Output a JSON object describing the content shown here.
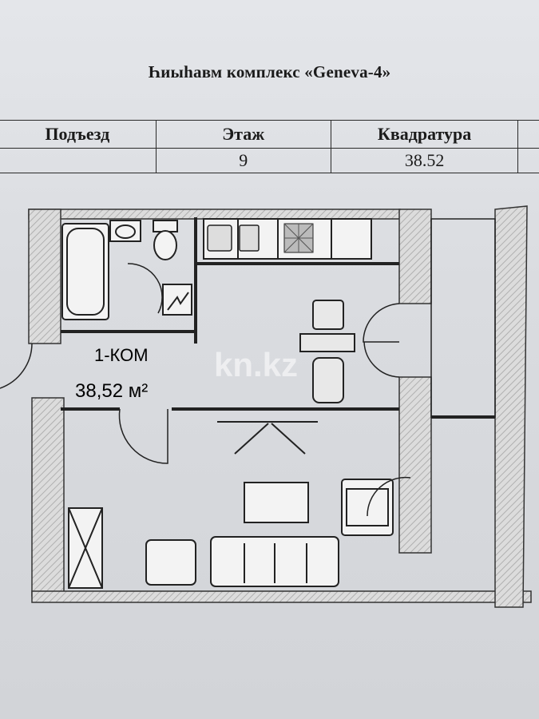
{
  "document": {
    "title": "Һиыһавм комплекс «Geneva-4»"
  },
  "info_table": {
    "headers": [
      "Подъезд",
      "Этаж",
      "Квадратура"
    ],
    "values": [
      "",
      "9",
      "38.52"
    ]
  },
  "plan": {
    "apartment_type": "1-КОМ",
    "total_area": "38,52 м²"
  },
  "watermark": "kn.kz"
}
